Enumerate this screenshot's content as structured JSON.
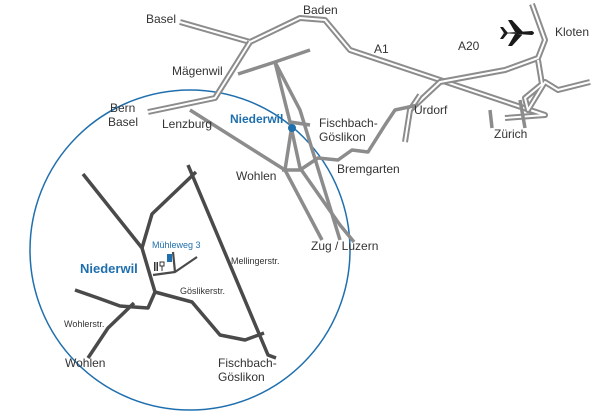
{
  "colors": {
    "accent": "#1f6fae",
    "road": "#8c8c8c",
    "local_road": "#4a4a4a",
    "text": "#333333"
  },
  "overview": {
    "places": {
      "basel_top": "Basel",
      "baden": "Baden",
      "a1": "A1",
      "a20": "A20",
      "kloten": "Kloten",
      "maegenwil": "Mägenwil",
      "bern": "Bern",
      "basel_left": "Basel",
      "lenzburg": "Lenzburg",
      "niederwil": "Niederwil",
      "fischbach": "Fischbach-",
      "goeslikon": "Göslikon",
      "urdorf": "Urdorf",
      "zuerich": "Zürich",
      "wohlen": "Wohlen",
      "bremgarten": "Bremgarten",
      "zug_luzern": "Zug / Luzern"
    },
    "icons": [
      "airplane-icon",
      "location-marker-icon"
    ]
  },
  "detail": {
    "niederwil": "Niederwil",
    "address": "Mühleweg 3",
    "mellingerstr": "Mellingerstr.",
    "goeslikerstr": "Göslikerstr.",
    "wohlerstr": "Wohlerstr.",
    "wohlen": "Wohlen",
    "fischbach": "Fischbach-",
    "goeslikon": "Göslikon",
    "icons": [
      "restaurant-icon",
      "building-icon"
    ]
  }
}
